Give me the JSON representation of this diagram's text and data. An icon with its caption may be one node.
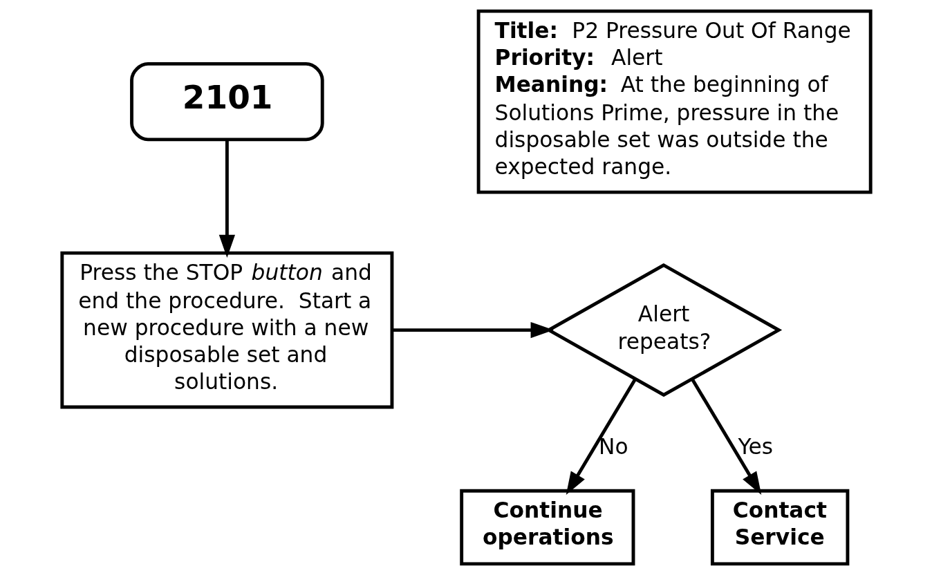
{
  "diagram": {
    "nodes": [
      {
        "text": [
          "2101"
        ]
      },
      {
        "text": [
          "**Title:**  P2 Pressure Out Of Range",
          "**Priority:**  Alert",
          "**Meaning:**  At the beginning of Solutions Prime, pressure in the disposable set was outside the expected range."
        ]
      },
      {
        "text": [
          "Press the STOP *button* and end the procedure.  Start a new procedure with a new disposable set and solutions."
        ]
      },
      {
        "text": [
          "Alert repeats?"
        ]
      },
      {
        "text": [
          "Continue operations"
        ]
      },
      {
        "text": [
          "Contact Service"
        ]
      }
    ],
    "edges": [
      {
        "from": 0,
        "to": 2,
        "arrow": "to"
      },
      {
        "from": 2,
        "to": 3,
        "arrow": "to"
      },
      {
        "from": 3,
        "to": 5,
        "arrow": "to",
        "label": "Yes"
      },
      {
        "from": 3,
        "to": 4,
        "arrow": "to",
        "label": "No"
      }
    ]
  }
}
